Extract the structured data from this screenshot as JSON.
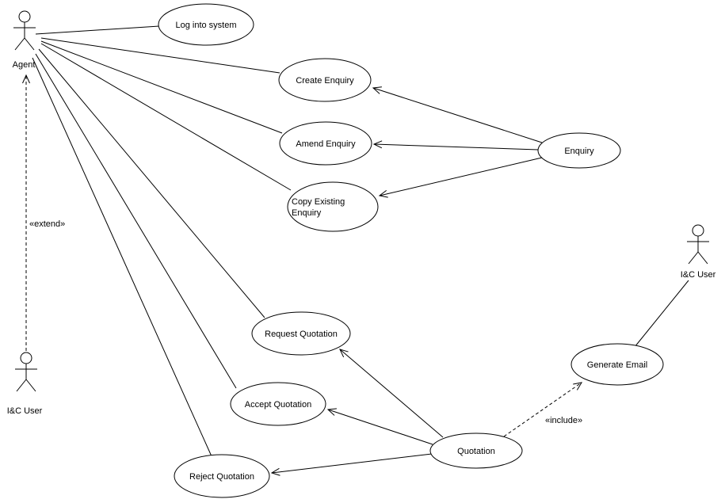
{
  "diagram": {
    "actors": {
      "agent": {
        "label": "Agent"
      },
      "ic_user_left": {
        "label": "I&C User"
      },
      "ic_user_right": {
        "label": "I&C User"
      }
    },
    "use_cases": {
      "log_into_system": {
        "label": "Log into system"
      },
      "create_enquiry": {
        "label": "Create Enquiry"
      },
      "amend_enquiry": {
        "label": "Amend Enquiry"
      },
      "copy_existing_enquiry": {
        "line1": "Copy Existing",
        "line2": "Enquiry"
      },
      "enquiry": {
        "label": "Enquiry"
      },
      "request_quotation": {
        "label": "Request Quotation"
      },
      "generate_email": {
        "label": "Generate Email"
      },
      "accept_quotation": {
        "label": "Accept Quotation"
      },
      "quotation": {
        "label": "Quotation"
      },
      "reject_quotation": {
        "label": "Reject Quotation"
      }
    },
    "stereotypes": {
      "extend": "«extend»",
      "include": "«include»"
    },
    "colors": {
      "stroke": "#000000",
      "fill": "#ffffff",
      "background": "#ffffff"
    }
  }
}
